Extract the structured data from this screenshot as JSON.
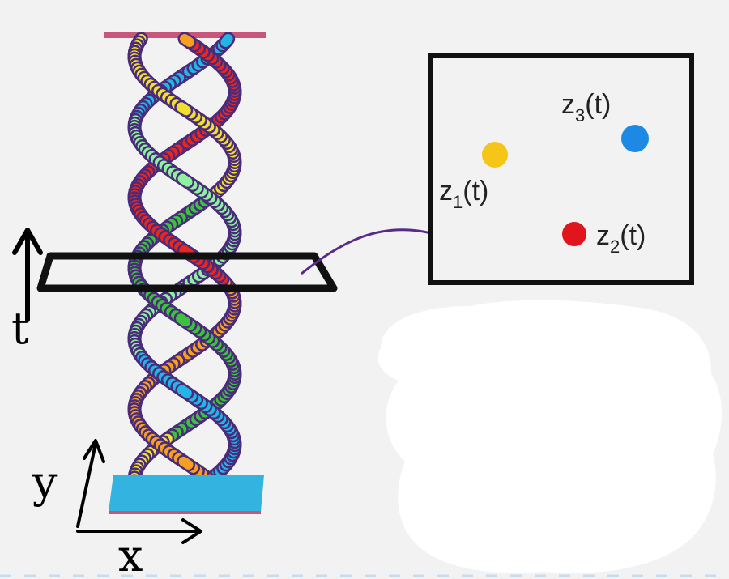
{
  "axes": {
    "t_label": "t",
    "y_label": "y",
    "x_label": "x"
  },
  "inset": {
    "particles": [
      {
        "name": "z",
        "sub": "1",
        "suffix": "(t)",
        "color": "#f5c518"
      },
      {
        "name": "z",
        "sub": "2",
        "suffix": "(t)",
        "color": "#e0161c"
      },
      {
        "name": "z",
        "sub": "3",
        "suffix": "(t)",
        "color": "#1e88e5"
      }
    ]
  },
  "colors": {
    "strand_1": "#e8281e",
    "strand_2": "#22b5e6",
    "strand_3": "#3cc23c",
    "top_plate": "#c8567a",
    "base_plate": "#33b3e0",
    "arrow": "#5a2a8a",
    "frame": "#111111",
    "blob": "#ffffff"
  }
}
